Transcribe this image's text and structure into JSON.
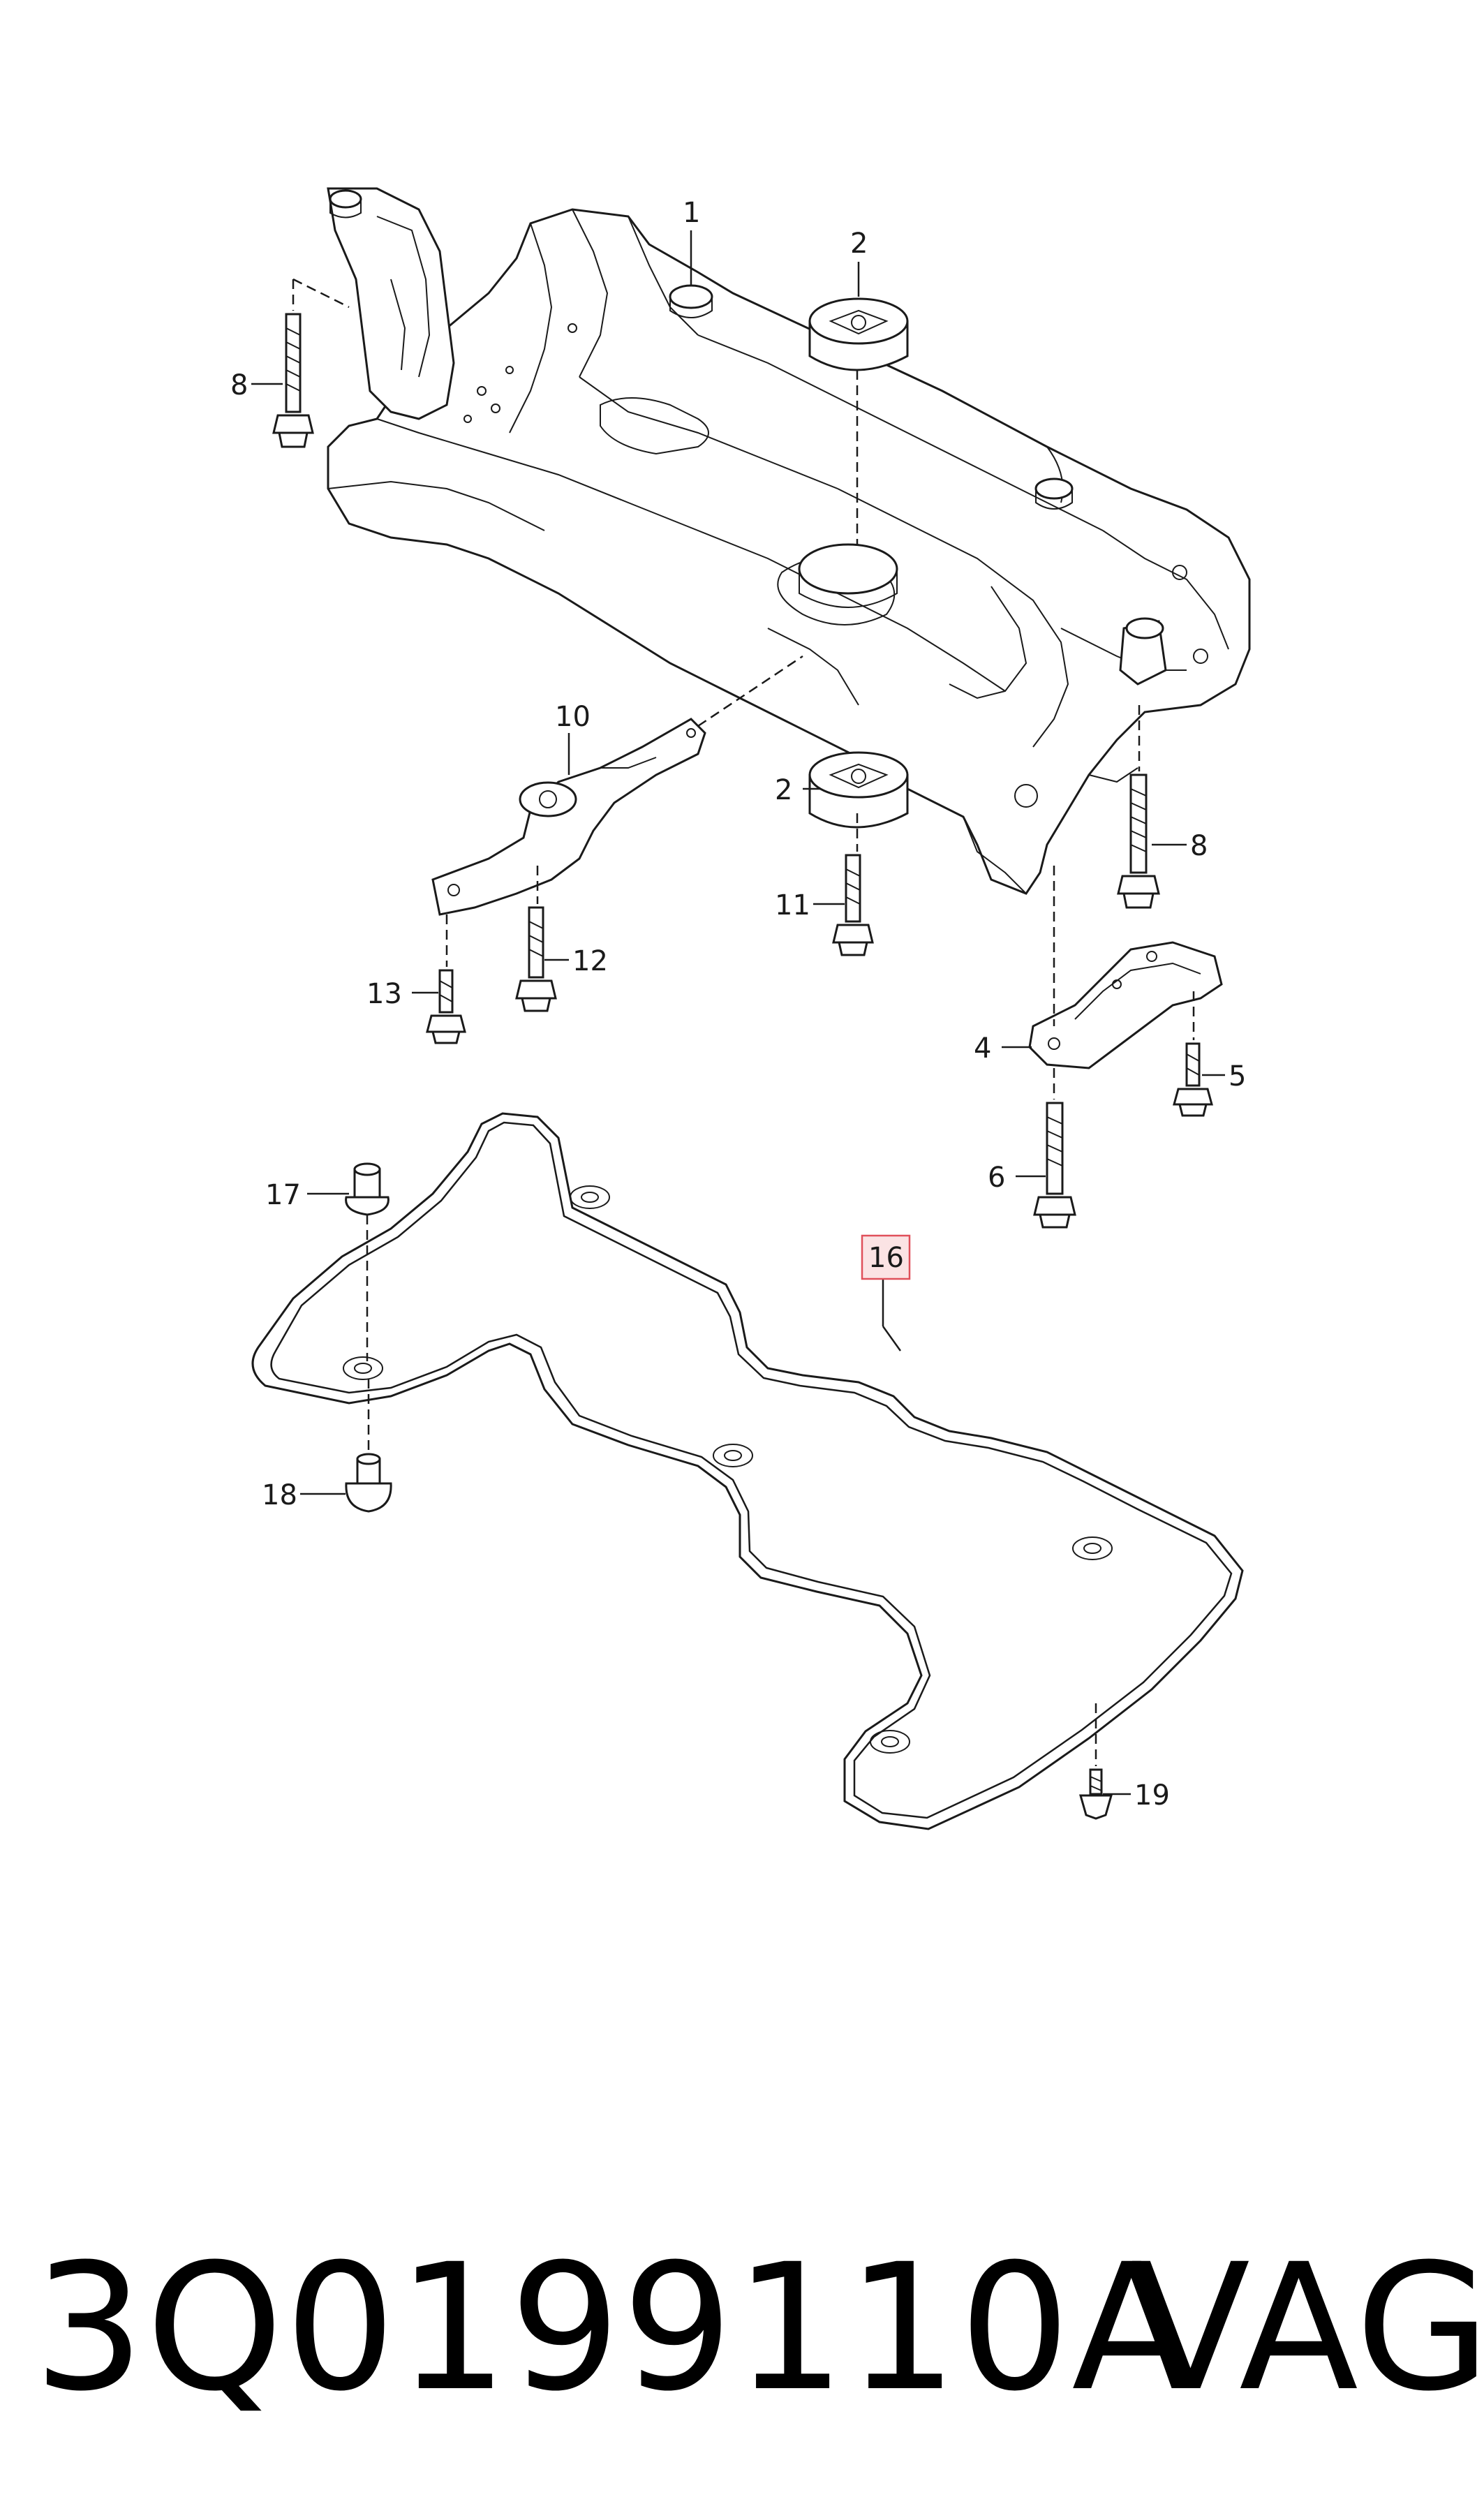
{
  "diagram": {
    "callouts": [
      {
        "id": "c1",
        "text": "1"
      },
      {
        "id": "c2a",
        "text": "2"
      },
      {
        "id": "c2b",
        "text": "2"
      },
      {
        "id": "c4",
        "text": "4"
      },
      {
        "id": "c5",
        "text": "5"
      },
      {
        "id": "c6",
        "text": "6"
      },
      {
        "id": "c8a",
        "text": "8"
      },
      {
        "id": "c8b",
        "text": "8"
      },
      {
        "id": "c10",
        "text": "10"
      },
      {
        "id": "c11",
        "text": "11"
      },
      {
        "id": "c12",
        "text": "12"
      },
      {
        "id": "c13",
        "text": "13"
      },
      {
        "id": "c16",
        "text": "16",
        "highlighted": true
      },
      {
        "id": "c17",
        "text": "17"
      },
      {
        "id": "c18",
        "text": "18"
      },
      {
        "id": "c19",
        "text": "19"
      }
    ],
    "highlight_color": "#e0505a",
    "highlight_fill": "#fbe3e4"
  },
  "footer": {
    "part_number": "3Q0199110A",
    "brand": "VAG"
  }
}
